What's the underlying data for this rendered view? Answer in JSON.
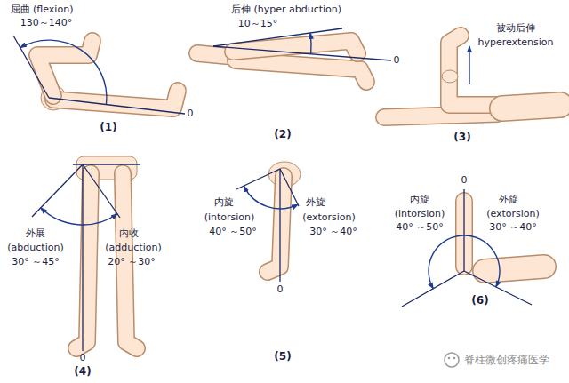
{
  "diagram": {
    "labels": [
      "屈曲 (flexion)",
      "130～140°",
      "0",
      "(1)",
      "后伸 (hyper abduction)",
      "10～15°",
      "0",
      "(2)",
      "被动后伸",
      "hyperextension",
      "(3)",
      "外展",
      "(abduction)",
      "30° ～45°",
      "内收",
      "(adduction)",
      "20° ～30°",
      "0",
      "(4)",
      "内旋",
      "(intorsion)",
      "40° ～50°",
      "外旋",
      "(extorsion)",
      "30° ～40°",
      "0",
      "(5)",
      "0",
      "内旋",
      "(intorsion)",
      "40° ～50°",
      "外旋",
      "(extorsion)",
      "30° ～40°",
      "(6)",
      "脊柱微创疼痛医学"
    ]
  }
}
